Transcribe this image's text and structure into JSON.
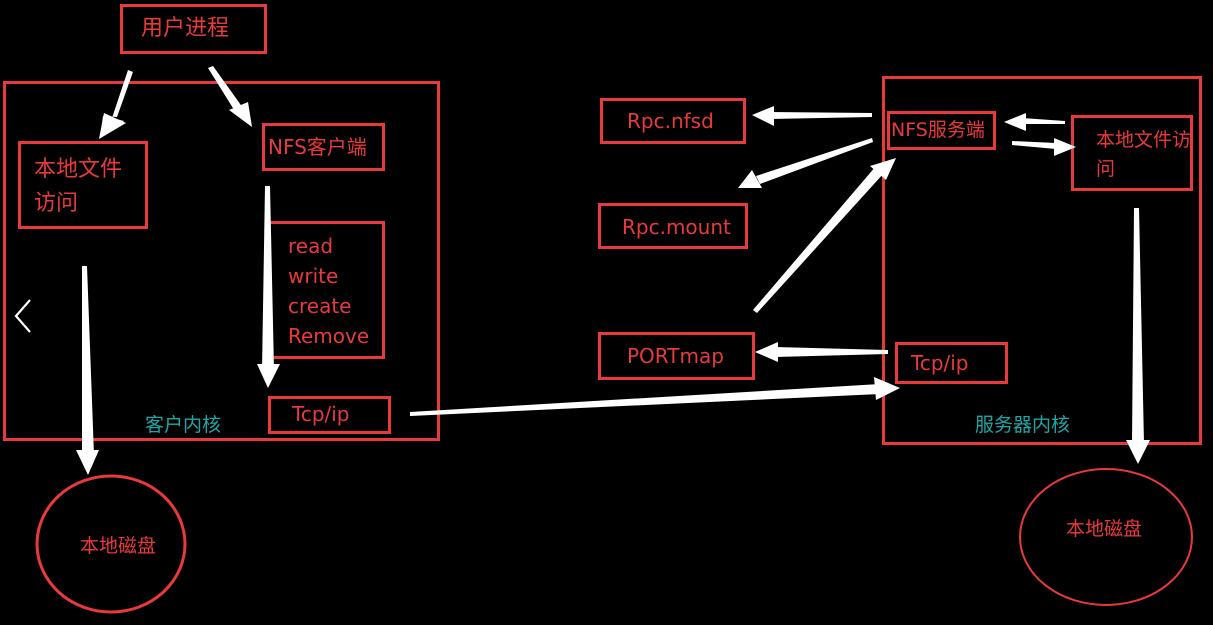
{
  "colors": {
    "box_stroke": "#e8393b",
    "text": "#e8393b",
    "kernel_label": "#1aa7a7",
    "arrow": "#ffffff",
    "background": "#000000"
  },
  "client": {
    "user_process": "用户进程",
    "local_file_access": "本地文件\n访问",
    "nfs_client": "NFS客户端",
    "operations": "read\nwrite\ncreate\nRemove",
    "tcpip": "Tcp/ip",
    "kernel_label": "客户内核",
    "local_disk": "本地磁盘"
  },
  "server": {
    "rpc_nfsd": "Rpc.nfsd",
    "rpc_mount": "Rpc.mount",
    "portmap": "PORTmap",
    "nfs_server": "NFS服务端",
    "local_file_access": "本地文件访\n问",
    "tcpip": "Tcp/ip",
    "kernel_label": "服务器内核",
    "local_disk": "本地磁盘"
  },
  "nav": {
    "prev_icon": "chevron-left-icon"
  }
}
